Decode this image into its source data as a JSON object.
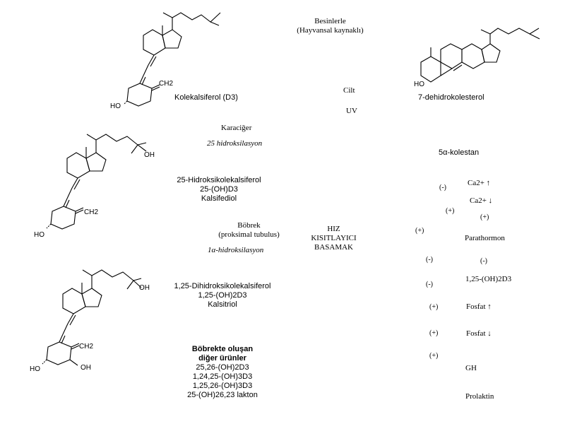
{
  "sources": {
    "dietary": [
      "Besinlerle",
      "(Hayvansal kaynaklı)"
    ],
    "skin": "Cilt",
    "uv": "UV"
  },
  "compounds": {
    "cholecalciferol": "Kolekalsiferol (D3)",
    "dehydrocholesterol": "7-dehidrokolesterol",
    "calcifediol": [
      "25-Hidroksikolekalsiferol",
      "25-(OH)D3",
      "Kalsifediol"
    ],
    "calcitriol": [
      "1,25-Dihidroksikolekalsiferol",
      "1,25-(OH)2D3",
      "Kalsitriol"
    ]
  },
  "steps": {
    "liver": "Karaciğer",
    "liver_reaction": "25 hidroksilasyon",
    "kidney": [
      "Böbrek",
      "(proksimal tubulus)"
    ],
    "kidney_reaction": "1α-hidroksilasyon",
    "rate_limiting": [
      "HIZ",
      "KISITLAYICI",
      "BASAMAK"
    ]
  },
  "kidney_products": {
    "title": [
      "Böbrekte oluşan",
      "diğer ürünler"
    ],
    "items": [
      "25,26-(OH)2D3",
      "1,24,25-(OH)3D3",
      "1,25,26-(OH)3D3",
      "25-(OH)26,23 lakton"
    ]
  },
  "regulation": {
    "cholestane": "5α-kolestan",
    "calcium_high": "Ca2+ ↑",
    "calcium_low": "Ca2+ ↓",
    "parathormone": "Parathormon",
    "calcitriol": "1,25-(OH)2D3",
    "phosphate_high": "Fosfat ↑",
    "phosphate_low": "Fosfat ↓",
    "gh": "GH",
    "prolactin": "Prolaktin",
    "signs": {
      "s1": "(-)",
      "s2": "(+)",
      "s3": "(+)",
      "s4": "(+)",
      "s5": "(-)",
      "s6": "(-)",
      "s7": "(-)",
      "s8": "(+)",
      "s9": "(+)",
      "s10": "(+)"
    }
  },
  "atom_labels": {
    "ho": "HO",
    "oh": "OH",
    "ch2": "CH2"
  }
}
